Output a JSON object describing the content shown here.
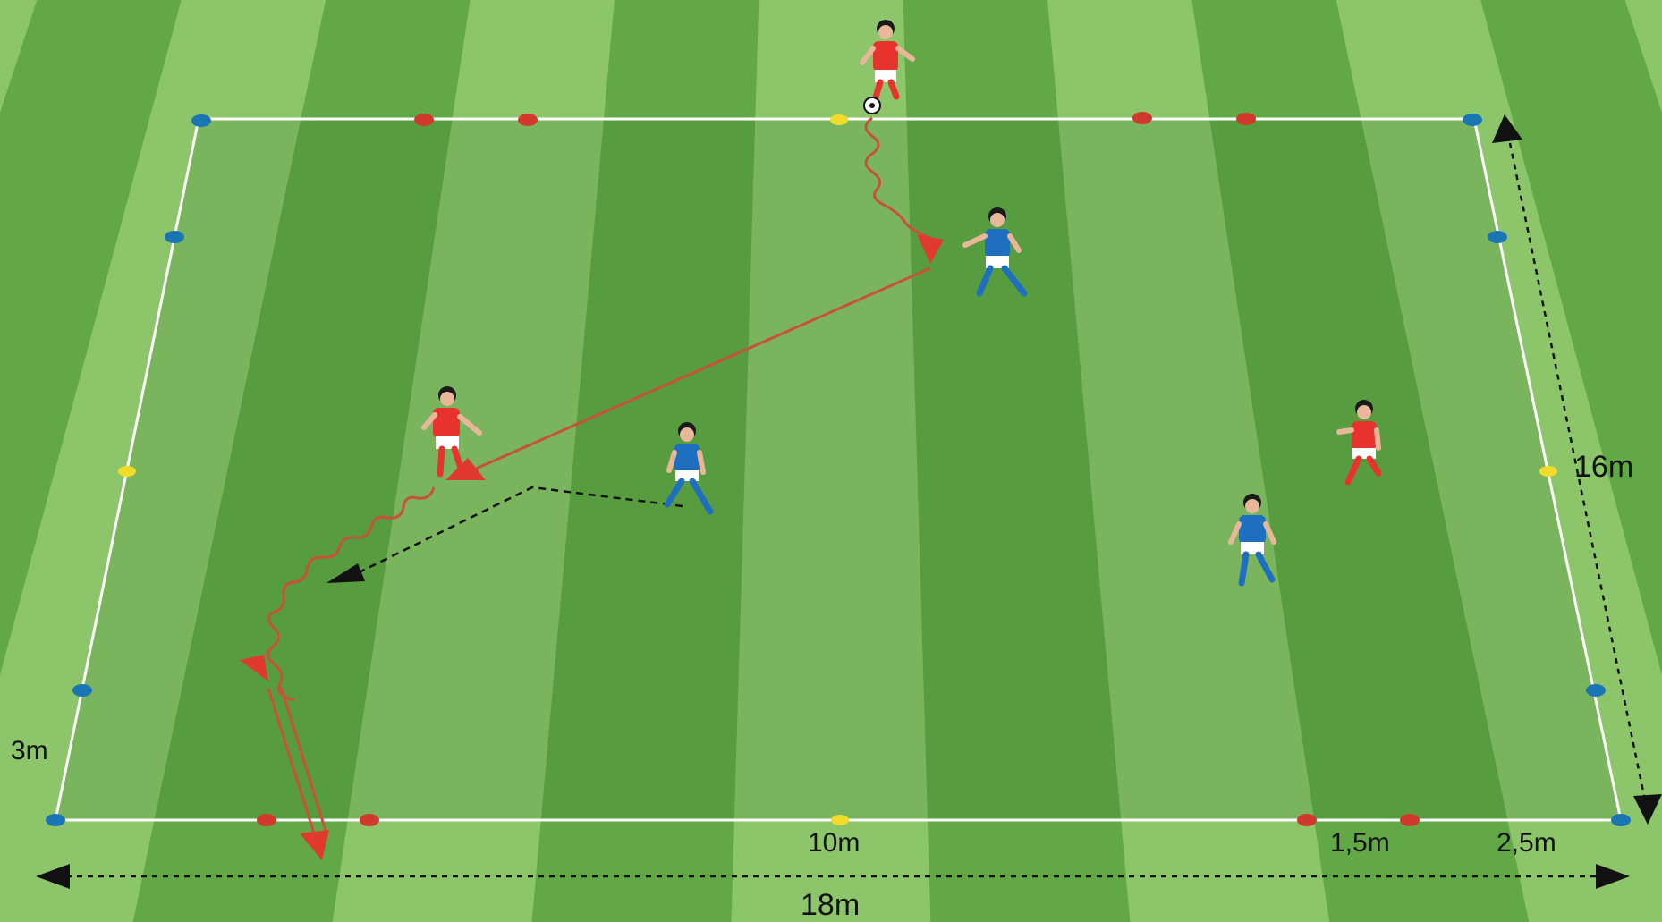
{
  "colors": {
    "grass_light": "#8cc56a",
    "grass_dark": "#62a846",
    "area_overlay": "#2f6b25",
    "lines": "#ffffff",
    "team_red": "#e8322d",
    "team_blue": "#1f6fc0",
    "cone_red": "#d0392b",
    "cone_blue": "#1a75b5",
    "cone_yellow": "#f2dc2a",
    "pass_arrow": "#c8513a",
    "dribble_arrow": "#e03a2e",
    "run_arrow": "#111111"
  },
  "players": [
    {
      "team": "red",
      "role": "attacker-with-ball"
    },
    {
      "team": "blue",
      "role": "defender"
    },
    {
      "team": "red",
      "role": "attacker"
    },
    {
      "team": "blue",
      "role": "defender"
    },
    {
      "team": "red",
      "role": "attacker"
    },
    {
      "team": "blue",
      "role": "defender"
    }
  ],
  "dimensions": {
    "width_total": "18m",
    "length": "16m",
    "center_gap": "10m",
    "small_gap": "1,5m",
    "corner_gap": "2,5m",
    "side_gap": "3m"
  }
}
